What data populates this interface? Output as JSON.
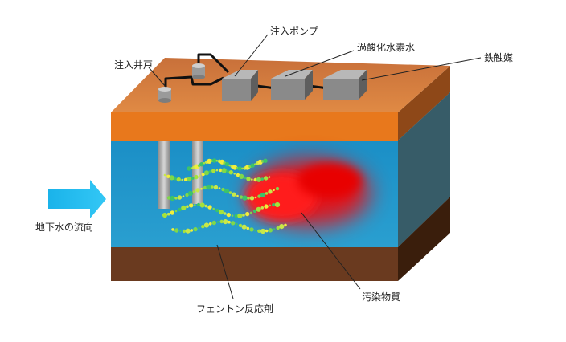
{
  "labels": {
    "injection_pump": "注入ポンプ",
    "hydrogen_peroxide": "過酸化水素水",
    "iron_catalyst": "鉄触媒",
    "injection_well": "注入井戸",
    "groundwater_flow": "地下水の流向",
    "fenton_reagent": "フェントン反応剤",
    "contaminant": "汚染物質"
  },
  "colors": {
    "soil_top": "#d9803c",
    "soil_front": "#e8781c",
    "water": "#2196c9",
    "bedrock": "#6a3a1f",
    "contaminant": "#e40000",
    "arrow": "#18b6ee"
  }
}
